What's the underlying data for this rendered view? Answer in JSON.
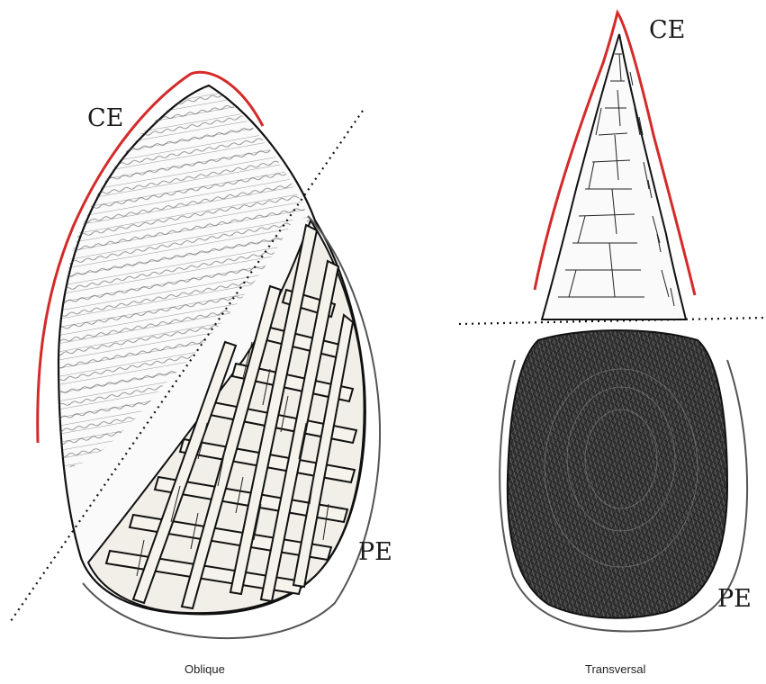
{
  "panels": [
    {
      "caption": "Oblique",
      "labels": {
        "top": "CE",
        "bottom": "PE"
      },
      "section_line": "dotted",
      "upper_fill": "light",
      "lower_fill": "woven-strips"
    },
    {
      "caption": "Transversal",
      "labels": {
        "top": "CE",
        "bottom": "PE"
      },
      "section_line": "dotted",
      "upper_fill": "light",
      "lower_fill": "dark-crosshatch"
    }
  ],
  "colors": {
    "ce_outline": "#d42a2a",
    "pe_outline": "#555555",
    "ink": "#1a1a1a",
    "dark_fill": "#2a2a2a",
    "background": "#ffffff"
  }
}
